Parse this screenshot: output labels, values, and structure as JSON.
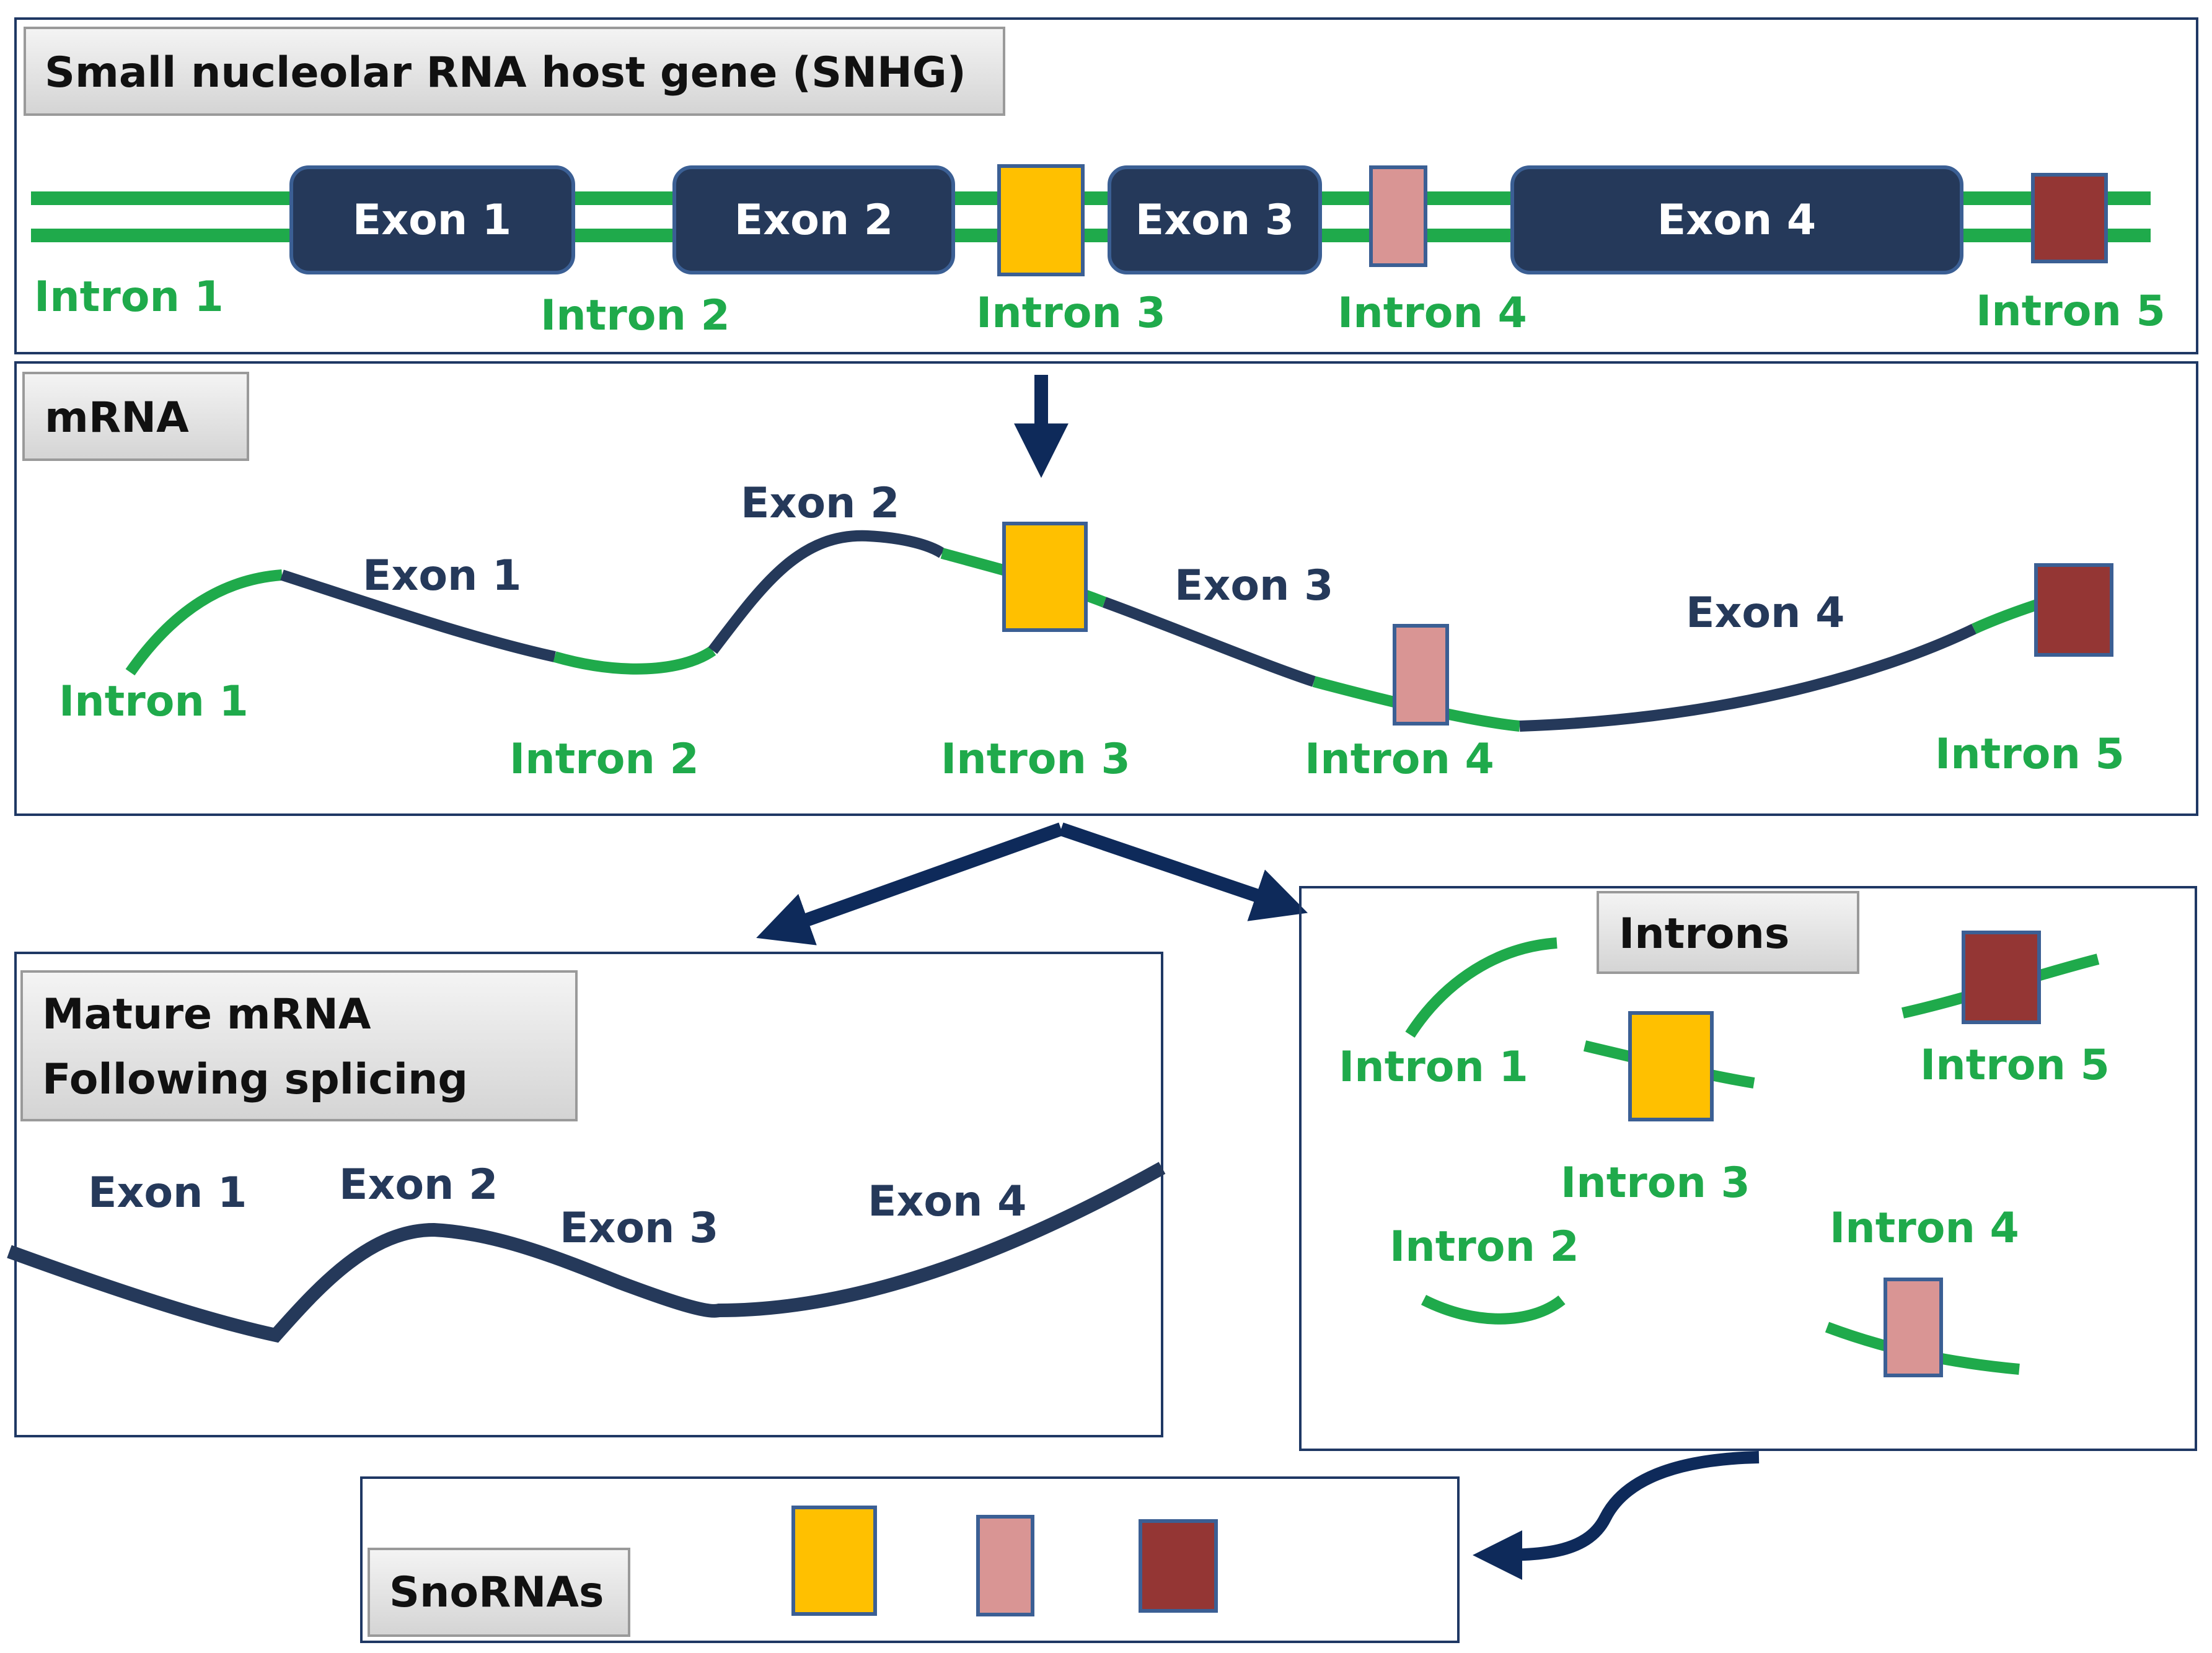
{
  "colors": {
    "green": "#1faa4b",
    "navy": "#25395a",
    "dark_navy": "#0e2a5a",
    "snorna_yellow": "#ffc000",
    "snorna_pink": "#d99594",
    "snorna_red": "#943634",
    "label_box_fill": "#e0e0e0"
  },
  "panel_gene": {
    "title": "Small nucleolar RNA host gene (SNHG)",
    "exons": [
      "Exon 1",
      "Exon 2",
      "Exon 3",
      "Exon 4"
    ],
    "introns": [
      "Intron 1",
      "Intron 2",
      "Intron 3",
      "Intron 4",
      "Intron 5"
    ]
  },
  "panel_mrna": {
    "title": "mRNA",
    "exons": [
      "Exon 1",
      "Exon 2",
      "Exon 3",
      "Exon 4"
    ],
    "introns": [
      "Intron 1",
      "Intron 2",
      "Intron 3",
      "Intron 4",
      "Intron 5"
    ]
  },
  "panel_mature": {
    "title_line1": "Mature mRNA",
    "title_line2": "Following splicing",
    "exons": [
      "Exon 1",
      "Exon 2",
      "Exon 3",
      "Exon 4"
    ]
  },
  "panel_introns": {
    "title": "Introns",
    "introns": [
      "Intron 1",
      "Intron 2",
      "Intron 3",
      "Intron 4",
      "Intron 5"
    ]
  },
  "panel_snornas": {
    "title": "SnoRNAs"
  }
}
